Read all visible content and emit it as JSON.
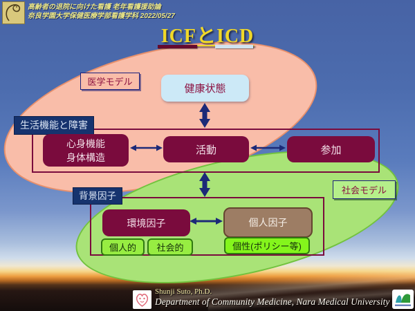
{
  "slide": {
    "header": {
      "course_line": "高齢者の退院に向けた看護 老年看護援助論",
      "affiliation_line": "奈良学園大学保健医療学部看護学科 2022/05/27"
    },
    "title": "ICFとICD",
    "diagram": {
      "medical_model_label": "医学モデル",
      "health_condition": "健康状態",
      "functioning_section_label": "生活機能と障害",
      "body_functions_line1": "心身機能",
      "body_functions_line2": "身体構造",
      "activity": "活動",
      "participation": "参加",
      "social_model_label": "社会モデル",
      "background_section_label": "背景因子",
      "environmental_factors": "環境因子",
      "personal_factors": "個人因子",
      "personal_tag": "個人的",
      "social_tag": "社会的",
      "personality_tag": "個性(ポリシー等)"
    },
    "footer": {
      "author": "Shunji Suto, Ph.D.",
      "affiliation": "Department of Community Medicine, Nara Medical University"
    },
    "colors": {
      "maroon_box": "#7a0b3d",
      "pink_ellipse": "#f9bda9",
      "green_ellipse": "#a9e377",
      "navy_label": "#16336e",
      "arrow_navy": "#1c2a78",
      "health_box_blue": "#cce9f7",
      "personal_factors_tan": "#9d7d64",
      "lime_chip": "#97ed42",
      "bright_lime_chip": "#84f51c",
      "title_yellow": "#f0d828",
      "title_bar_maroon": "#650a2e",
      "title_bar_blue": "#cfe3f0"
    }
  }
}
